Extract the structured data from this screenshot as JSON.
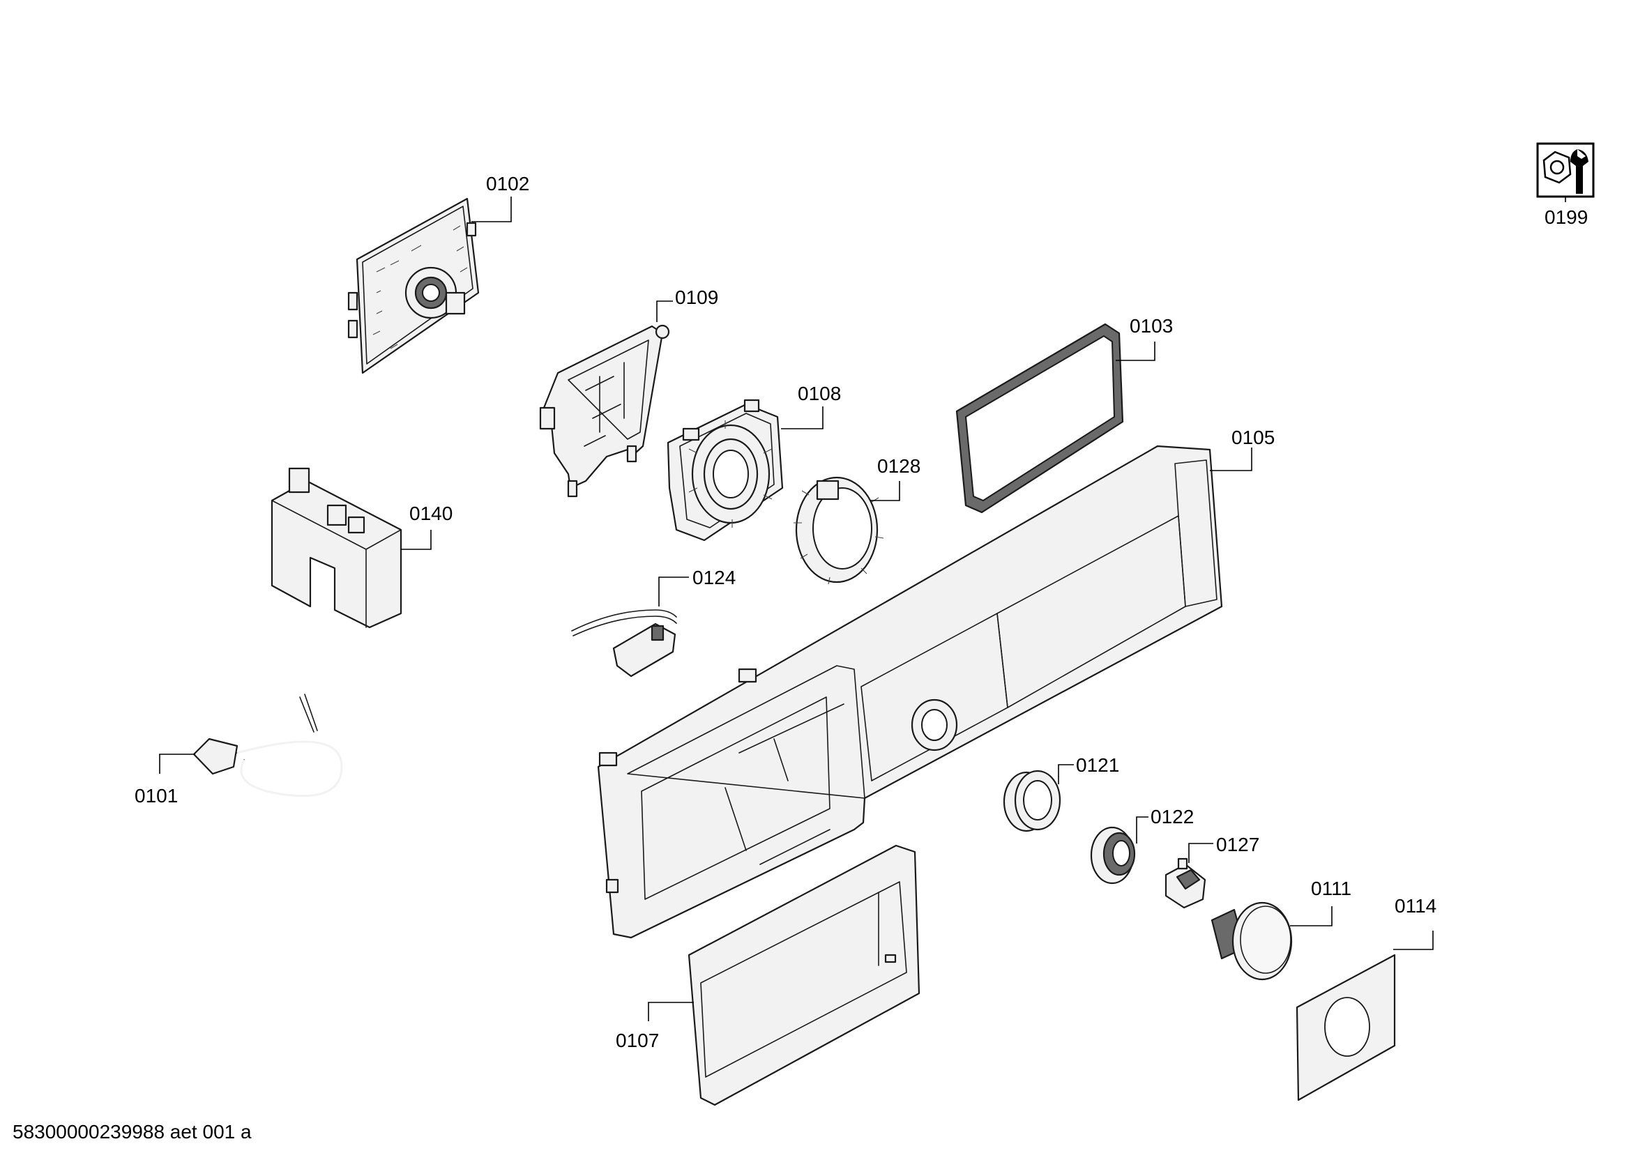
{
  "parts": [
    {
      "id": "p0102",
      "label": "0102",
      "icon": "circuit-board"
    },
    {
      "id": "p0109",
      "label": "0109",
      "icon": "bracket"
    },
    {
      "id": "p0103",
      "label": "0103",
      "icon": "display-frame"
    },
    {
      "id": "p0108",
      "label": "0108",
      "icon": "knob-holder"
    },
    {
      "id": "p0128",
      "label": "0128",
      "icon": "ring-clip"
    },
    {
      "id": "p0105",
      "label": "0105",
      "icon": "control-panel"
    },
    {
      "id": "p0140",
      "label": "0140",
      "icon": "module-housing"
    },
    {
      "id": "p0124",
      "label": "0124",
      "icon": "sensor-cable"
    },
    {
      "id": "p0101",
      "label": "0101",
      "icon": "power-cord"
    },
    {
      "id": "p0121",
      "label": "0121",
      "icon": "knob-ring"
    },
    {
      "id": "p0122",
      "label": "0122",
      "icon": "knob-insert"
    },
    {
      "id": "p0127",
      "label": "0127",
      "icon": "knob-adapter"
    },
    {
      "id": "p0111",
      "label": "0111",
      "icon": "knob"
    },
    {
      "id": "p0114",
      "label": "0114",
      "icon": "knob-sticker"
    },
    {
      "id": "p0107",
      "label": "0107",
      "icon": "detergent-drawer-handle"
    },
    {
      "id": "p0199",
      "label": "0199",
      "icon": "wrench-nut-icon"
    }
  ],
  "footer": {
    "doc_code": "58300000239988 aet 001 a"
  }
}
